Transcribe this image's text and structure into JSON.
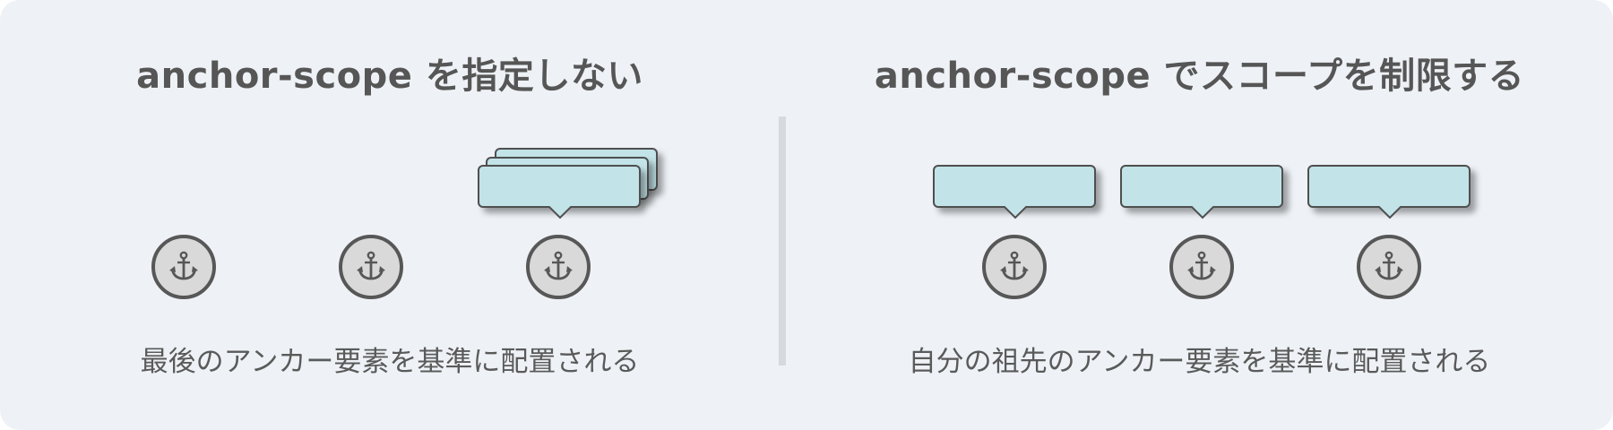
{
  "left_panel": {
    "title": "anchor-scope を指定しない",
    "caption": "最後のアンカー要素を基準に配置される",
    "anchor_count": 3
  },
  "right_panel": {
    "title": "anchor-scope でスコープを制限する",
    "caption": "自分の祖先のアンカー要素を基準に配置される",
    "anchor_count": 3
  },
  "icons": {
    "anchor": "anchor-icon"
  },
  "colors": {
    "background": "#eef2f6",
    "tooltip_fill": "#c2e3e8",
    "anchor_fill": "#d9d9d9",
    "outline": "#575757",
    "text": "#565656"
  }
}
